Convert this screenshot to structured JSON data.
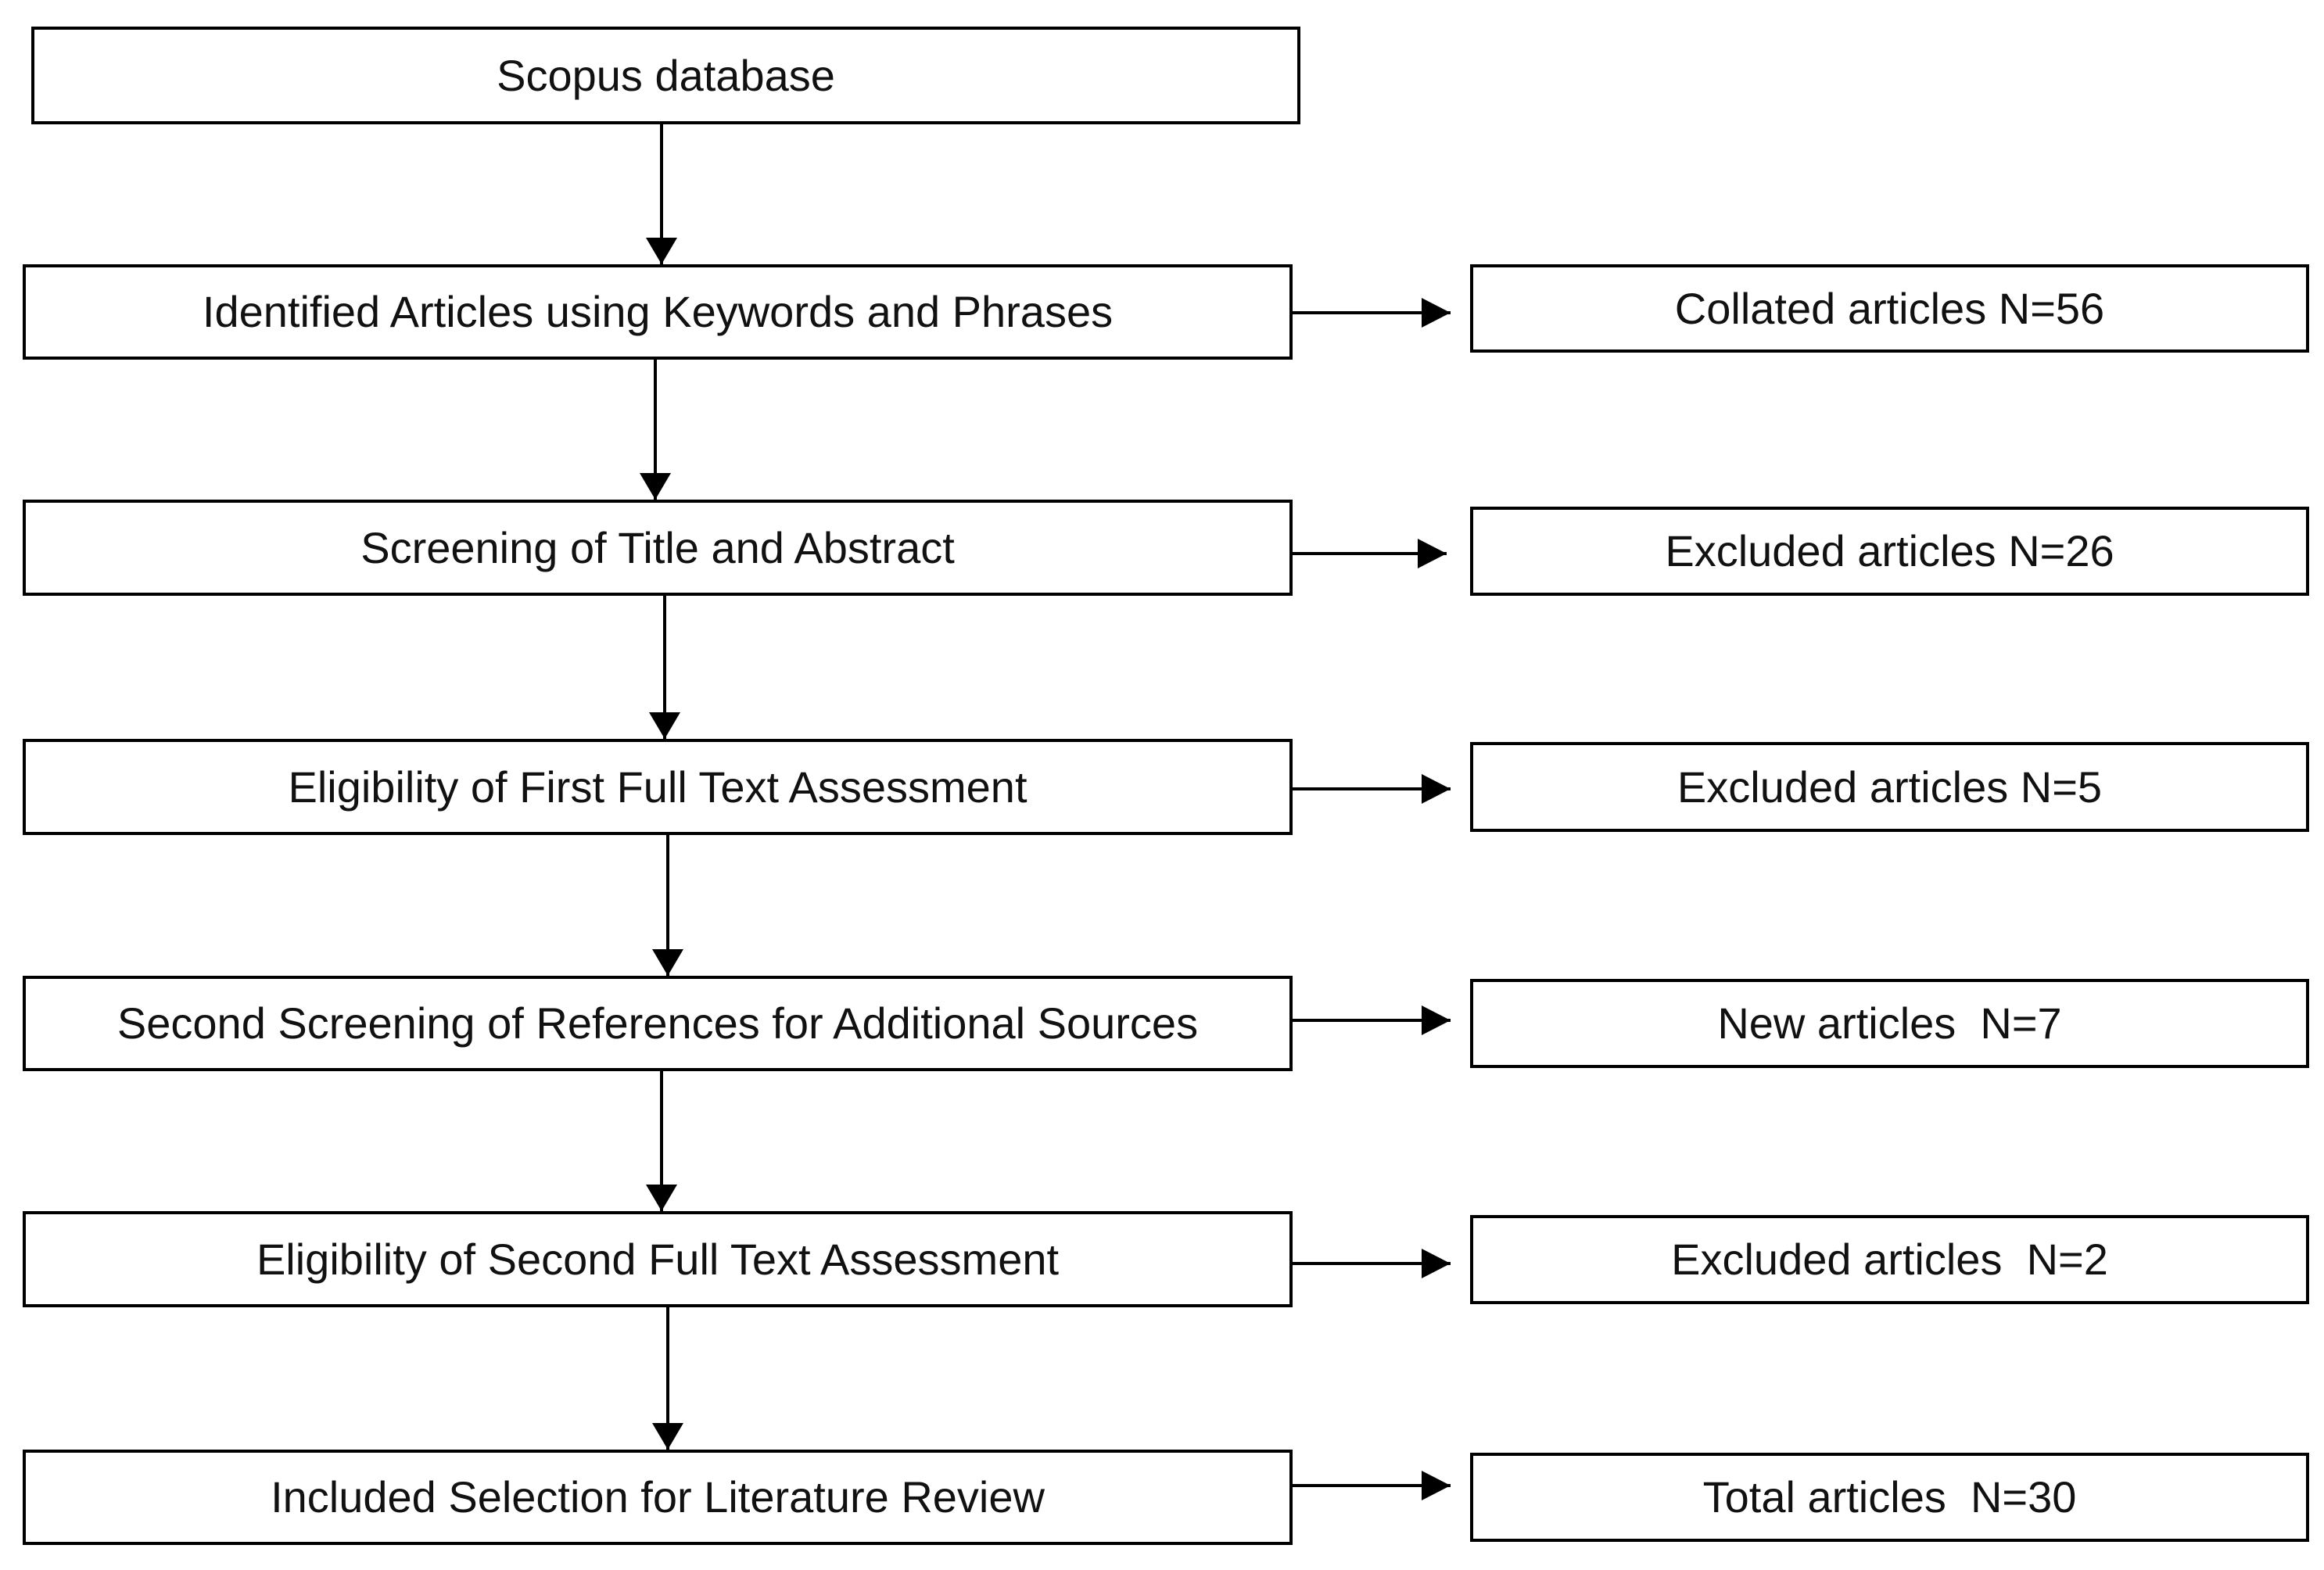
{
  "flow": {
    "steps": [
      "Scopus database",
      "Identified Articles using Keywords and Phrases",
      "Screening of Title and Abstract",
      "Eligibility of First Full Text Assessment",
      "Second Screening of References for Additional Sources",
      "Eligibility of Second Full Text Assessment",
      "Included Selection for Literature Review"
    ],
    "results": [
      "Collated articles N=56",
      "Excluded articles N=26",
      "Excluded articles N=5",
      "New articles  N=7",
      "Excluded articles  N=2",
      "Total articles  N=30"
    ]
  },
  "colors": {
    "stroke": "#000000",
    "text": "#111111",
    "background": "#ffffff"
  }
}
